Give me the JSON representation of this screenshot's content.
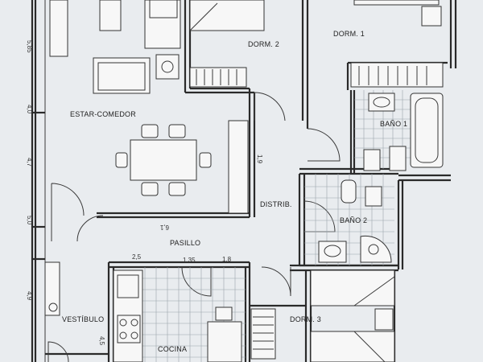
{
  "rooms": {
    "dorm2": "DORM. 2",
    "dorm1": "DORM. 1",
    "estar": "ESTAR-COMEDOR",
    "bano1": "BAÑO 1",
    "distrib": "DISTRIB.",
    "bano2": "BAÑO 2",
    "pasillo": "PASILLO",
    "vestibulo": "VESTÍBULO",
    "cocina": "COCINA",
    "dorm3": "DORM. 3"
  },
  "dimensions": {
    "d_585": "5,85",
    "d_40": "4,0",
    "d_47": "4,7",
    "d_50": "5,0",
    "d_49": "4,9",
    "d_45": "4,5",
    "d_61": "6,1",
    "d_19": "1,9",
    "d_25": "2,5",
    "d_135": "1,35",
    "d_18": "1,8"
  },
  "colors": {
    "paper": "#e9ecef",
    "ink": "#2a2a2a",
    "tile": "#9aa3ab"
  }
}
